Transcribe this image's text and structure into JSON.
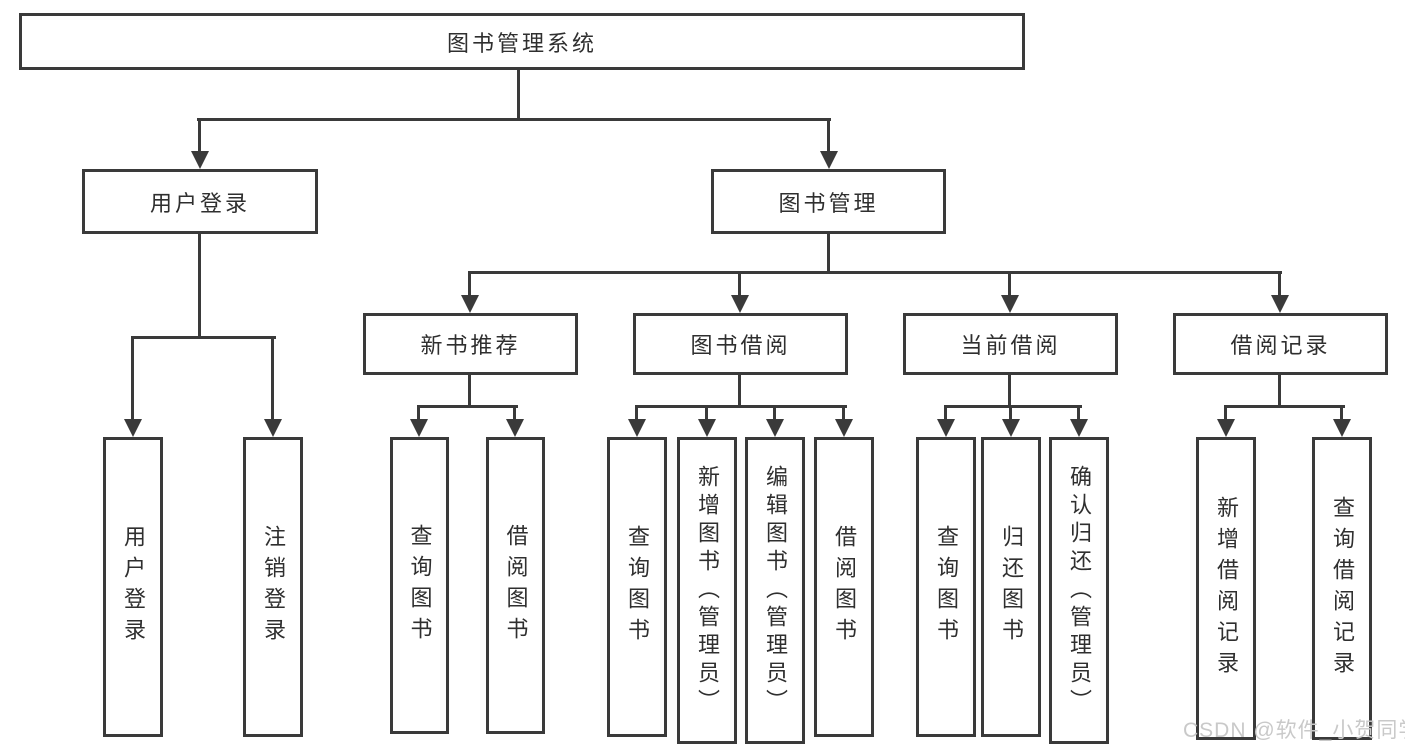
{
  "diagram": {
    "root": "图书管理系统",
    "branches": [
      {
        "label": "用户登录",
        "children": [
          {
            "label": "用户登录"
          },
          {
            "label": "注销登录"
          }
        ]
      },
      {
        "label": "图书管理",
        "children": [
          {
            "label": "新书推荐",
            "children": [
              {
                "label": "查询图书"
              },
              {
                "label": "借阅图书"
              }
            ]
          },
          {
            "label": "图书借阅",
            "children": [
              {
                "label": "查询图书"
              },
              {
                "label": "新增图书（管理员）"
              },
              {
                "label": "编辑图书（管理员）"
              },
              {
                "label": "借阅图书"
              }
            ]
          },
          {
            "label": "当前借阅",
            "children": [
              {
                "label": "查询图书"
              },
              {
                "label": "归还图书"
              },
              {
                "label": "确认归还（管理员）"
              }
            ]
          },
          {
            "label": "借阅记录",
            "children": [
              {
                "label": "新增借阅记录"
              },
              {
                "label": "查询借阅记录"
              }
            ]
          }
        ]
      }
    ]
  },
  "watermark": {
    "text": "CSDN @软件_小贺同学"
  },
  "colors": {
    "line": "#3a3a3a",
    "text": "#2f2f2f",
    "background": "#ffffff",
    "watermark": "#c9c9c9"
  }
}
